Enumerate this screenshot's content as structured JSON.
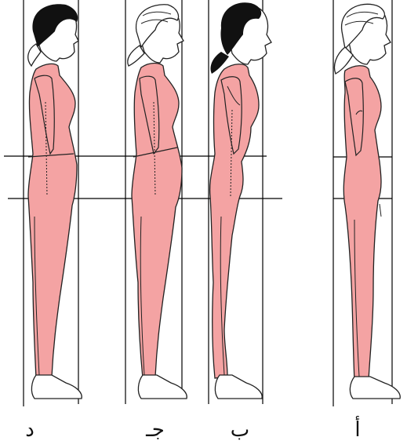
{
  "figure": {
    "labels": [
      "د",
      "جـ",
      "ب",
      "أ"
    ],
    "colors": {
      "body": "#f4a3a3",
      "outline": "#222222",
      "hair": "#111111",
      "line": "#000000"
    }
  }
}
